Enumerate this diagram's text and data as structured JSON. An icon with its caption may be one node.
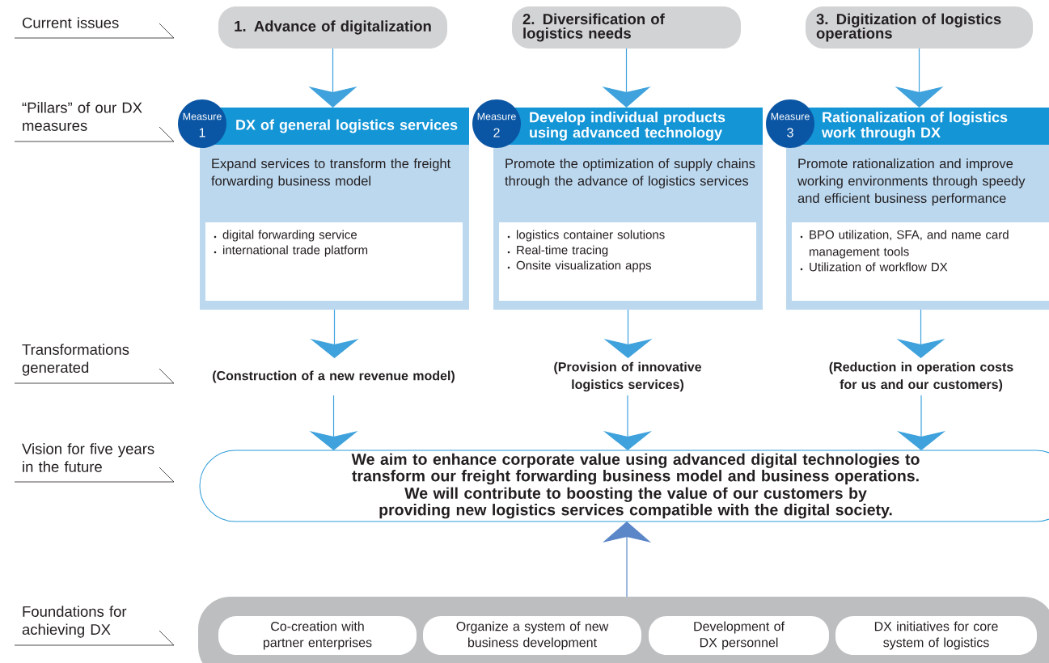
{
  "diagram": {
    "nodes": [
      {
        "text": [
          "1. Advance of digitalization"
        ]
      },
      {
        "text": [
          "2. Diversification of logistics needs"
        ]
      },
      {
        "text": [
          "3. Digitization of logistics operations"
        ]
      },
      {
        "text": [
          "Measure",
          "1"
        ]
      },
      {
        "text": [
          "DX of general logistics services",
          "Expand services to transform the freight forwarding business model"
        ]
      },
      {
        "text": [
          "digital forwarding service",
          "international trade platform"
        ],
        "in": 4
      },
      {
        "text": [
          "Measure",
          "2"
        ]
      },
      {
        "text": [
          "Develop individual products using advanced technology",
          "Promote the optimization of supply chains through the advance of logistics services"
        ]
      },
      {
        "text": [
          "logistics container solutions",
          "Real-time tracing",
          "Onsite visualization apps"
        ],
        "in": 7
      },
      {
        "text": [
          "Measure",
          "3"
        ]
      },
      {
        "text": [
          "Rationalization of logistics work through DX",
          "Promote rationalization and improve working environments through speedy and efficient business performance"
        ]
      },
      {
        "text": [
          "BPO utilization, SFA, and name card management tools",
          "Utilization of workflow DX"
        ],
        "in": 10
      },
      {
        "text": [
          "(Construction of a new revenue model)"
        ]
      },
      {
        "text": [
          "(Provision of innovative logistics services)"
        ]
      },
      {
        "text": [
          "(Reduction in operation costs for us and our customers)"
        ]
      },
      {
        "text": [
          "We aim to enhance corporate value using advanced digital technologies to transform our freight forwarding business model and business operations.",
          "We will contribute to boosting the value of our customers by providing new logistics services compatible with the digital society."
        ]
      },
      {
        "text": [],
        "shape": "box"
      },
      {
        "text": [
          "Co-creation with partner enterprises"
        ],
        "in": 16
      },
      {
        "text": [
          "Organize a system of new business development"
        ],
        "in": 16
      },
      {
        "text": [
          "Development of DX personnel"
        ],
        "in": 16
      },
      {
        "text": [
          "DX initiatives for core system of logistics"
        ],
        "in": 16
      }
    ],
    "edges": [
      {
        "from": 0,
        "to": 4,
        "arrow": "to"
      },
      {
        "from": 1,
        "to": 7,
        "arrow": "to"
      },
      {
        "from": 2,
        "to": 10,
        "arrow": "to"
      },
      {
        "from": 4,
        "to": 12,
        "arrow": "to"
      },
      {
        "from": 7,
        "to": 13,
        "arrow": "to"
      },
      {
        "from": 10,
        "to": 14,
        "arrow": "to"
      },
      {
        "from": 12,
        "to": 15,
        "arrow": "to"
      },
      {
        "from": 13,
        "to": 15,
        "arrow": "to"
      },
      {
        "from": 14,
        "to": 15,
        "arrow": "to"
      },
      {
        "from": 16,
        "to": 15,
        "arrow": "to",
        "color": "#5b86c8"
      }
    ],
    "labels": [
      "Current issues",
      "“Pillars” of our DX measures",
      "Transformations generated",
      "Vision for five years in the future",
      "Foundations for achieving DX"
    ]
  }
}
